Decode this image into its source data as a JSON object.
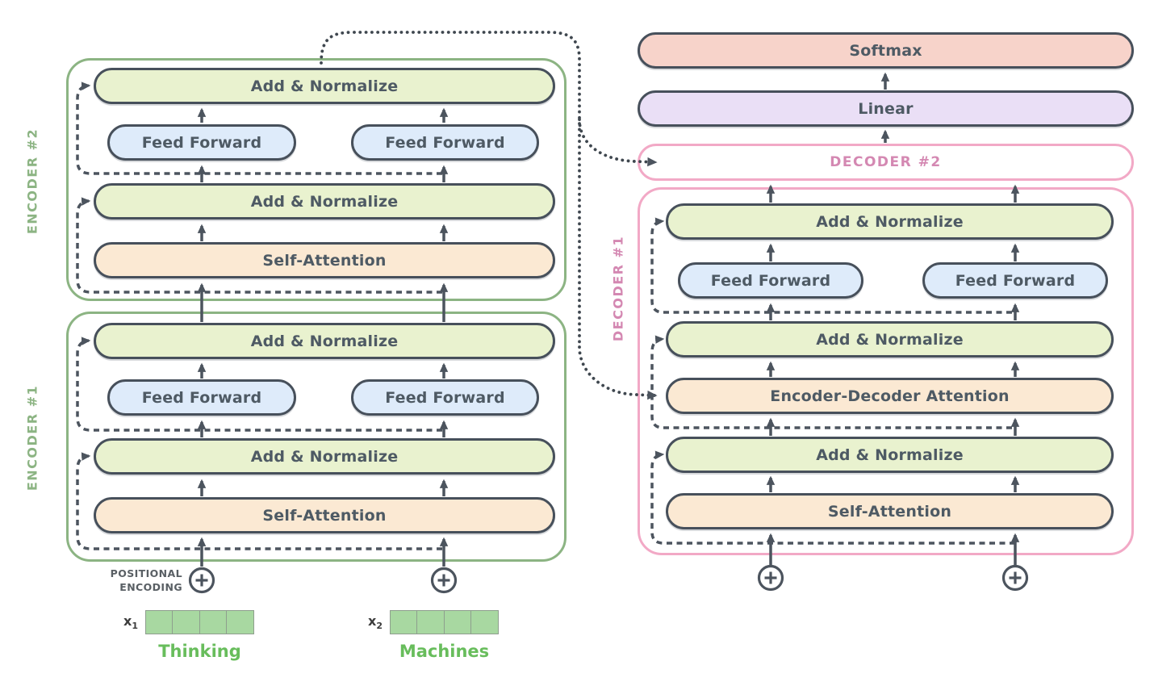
{
  "encoder2": {
    "label": "ENCODER #2",
    "add_norm_top": "Add & Normalize",
    "ff_left": "Feed Forward",
    "ff_right": "Feed Forward",
    "add_norm_mid": "Add & Normalize",
    "self_attention": "Self-Attention"
  },
  "encoder1": {
    "label": "ENCODER #1",
    "add_norm_top": "Add & Normalize",
    "ff_left": "Feed Forward",
    "ff_right": "Feed Forward",
    "add_norm_mid": "Add & Normalize",
    "self_attention": "Self-Attention"
  },
  "output_stack": {
    "softmax": "Softmax",
    "linear": "Linear",
    "decoder2_label": "DECODER #2"
  },
  "decoder1": {
    "label": "DECODER #1",
    "add_norm_top": "Add & Normalize",
    "ff_left": "Feed Forward",
    "ff_right": "Feed Forward",
    "add_norm_mid": "Add & Normalize",
    "enc_dec_attention": "Encoder-Decoder Attention",
    "add_norm_bottom": "Add & Normalize",
    "self_attention": "Self-Attention"
  },
  "inputs": {
    "positional_encoding_line1": "POSITIONAL",
    "positional_encoding_line2": "ENCODING",
    "x_base": "x",
    "x1_sub": "1",
    "x2_sub": "2",
    "word1": "Thinking",
    "word2": "Machines"
  },
  "icons": {
    "plus_circle": "positional-add-icon"
  },
  "colors": {
    "block_border": "#47505B",
    "add_norm_fill": "#E9F2CF",
    "feed_forward_fill": "#DEEBFA",
    "attention_fill": "#FBE9D3",
    "softmax_fill": "#F7D3CA",
    "linear_fill": "#EADFF6",
    "encoder_green": "#8CB483",
    "decoder_pink_border": "#F2A9C6",
    "decoder_pink_text": "#D488B2",
    "arrow_gray": "#4C545E",
    "word_green": "#68BD5C",
    "vector_green": "#A8D8A1"
  }
}
